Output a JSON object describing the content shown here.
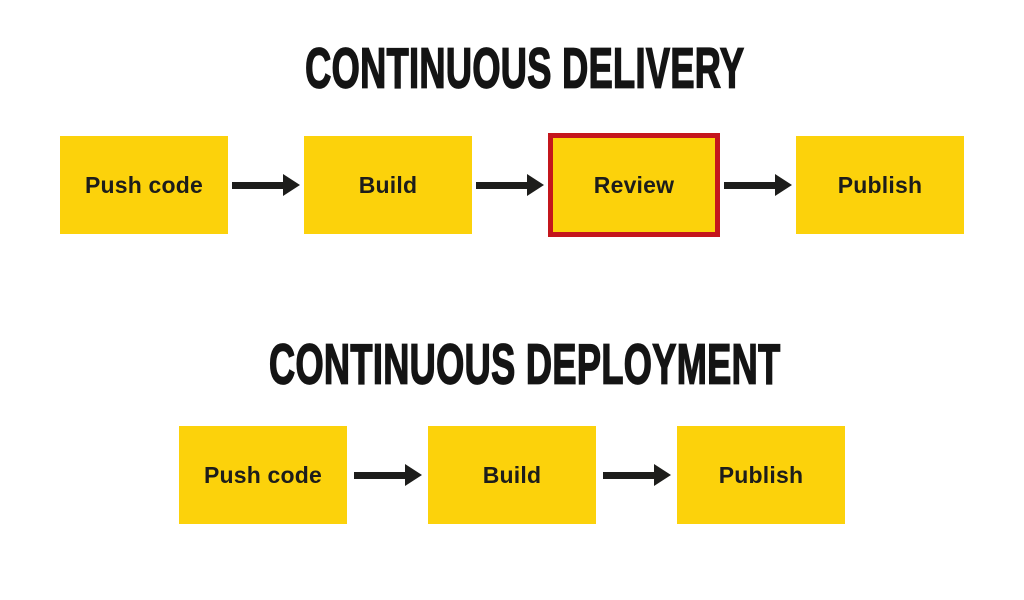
{
  "colors": {
    "background": "#FFFFFF",
    "box_fill_yellow": "#FCD20B",
    "highlight_border_red": "#C4161C",
    "ink_black": "#1D1D1B"
  },
  "sections": [
    {
      "title": "CONTINUOUS DELIVERY",
      "steps": [
        {
          "label": "Push code",
          "highlighted": false
        },
        {
          "label": "Build",
          "highlighted": false
        },
        {
          "label": "Review",
          "highlighted": true
        },
        {
          "label": "Publish",
          "highlighted": false
        }
      ]
    },
    {
      "title": "CONTINUOUS DEPLOYMENT",
      "steps": [
        {
          "label": "Push code",
          "highlighted": false
        },
        {
          "label": "Build",
          "highlighted": false
        },
        {
          "label": "Publish",
          "highlighted": false
        }
      ]
    }
  ]
}
